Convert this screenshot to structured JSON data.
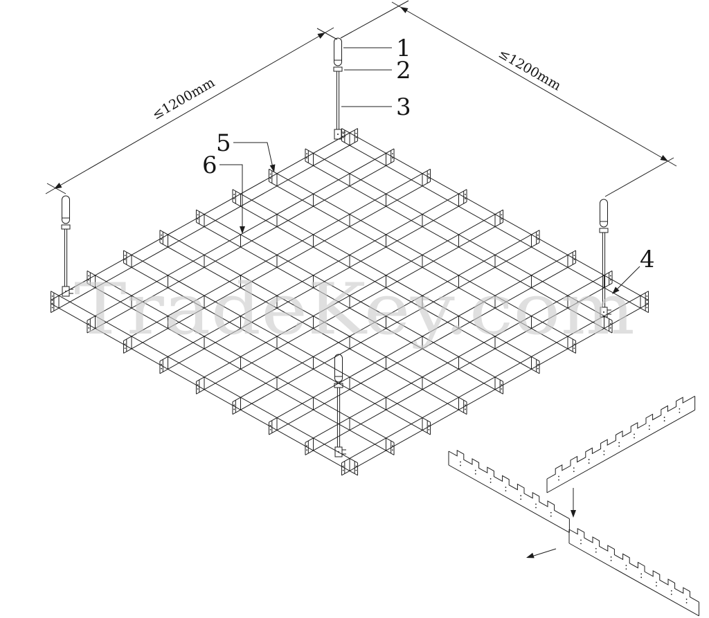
{
  "watermark": "TradeKey.com",
  "dimension_left": "≤1200mm",
  "dimension_right": "≤1200mm",
  "callouts": {
    "c1": "1",
    "c2": "2",
    "c3": "3",
    "c4": "4",
    "c5": "5",
    "c6": "6"
  },
  "colors": {
    "line": "#1c1c1c",
    "watermark": "#cccccc"
  }
}
